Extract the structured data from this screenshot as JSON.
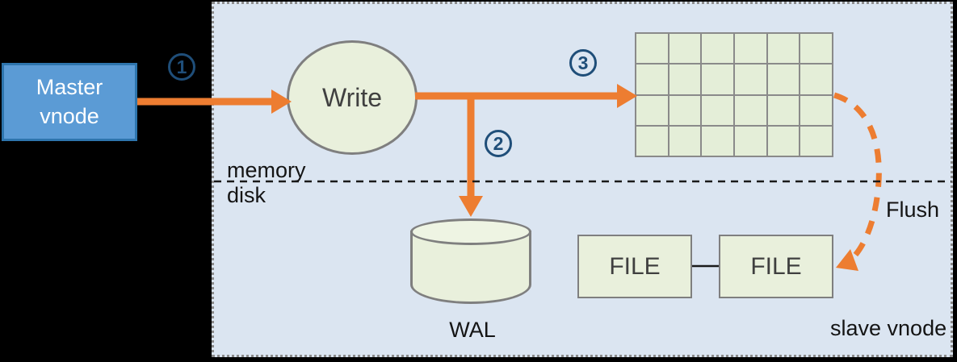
{
  "diagram": {
    "master_box": {
      "line1": "Master",
      "line2": "vnode"
    },
    "write_node": {
      "label": "Write"
    },
    "steps": {
      "one": "1",
      "two": "2",
      "three": "3"
    },
    "labels": {
      "memory": "memory",
      "disk": "disk",
      "wal": "WAL",
      "flush": "Flush",
      "slave_vnode": "slave vnode"
    },
    "files": {
      "file1": "FILE",
      "file2": "FILE"
    },
    "memtable_grid": {
      "rows": 4,
      "cols": 6
    },
    "colors": {
      "arrow_orange": "#ed7d31",
      "panel_bg": "#dbe5f1",
      "shape_green": "#e9f0dc",
      "grid_cell_green": "#e4eed8",
      "master_blue": "#5b9bd5",
      "master_border_blue": "#2e75ad",
      "step_circle_blue": "#1f4e79",
      "shape_border_gray": "#7f7f7f",
      "divider_black": "#1a1a1a",
      "outside_bg": "#000000"
    }
  }
}
